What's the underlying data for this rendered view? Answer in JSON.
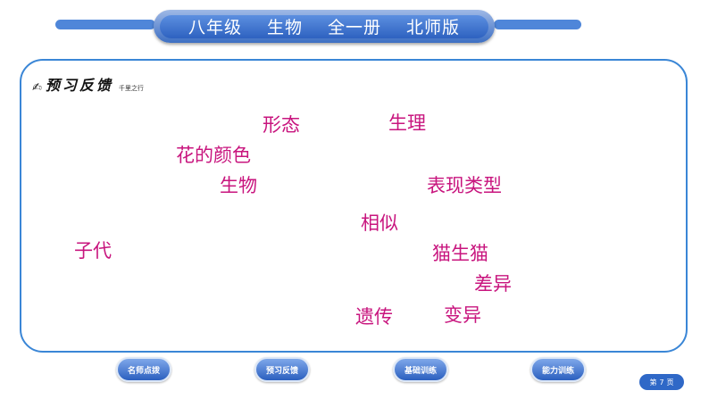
{
  "header": {
    "items": [
      "八年级",
      "生物",
      "全一册",
      "北师版"
    ]
  },
  "section": {
    "title": "预习反馈",
    "subtitle": "千里之行"
  },
  "answers": [
    "形态",
    "生理",
    "花的颜色",
    "生物",
    "表现类型",
    "相似",
    "子代",
    "猫生猫",
    "差异",
    "遗传",
    "变异"
  ],
  "nav": {
    "buttons": [
      "名师点拨",
      "预习反馈",
      "基础训练",
      "能力训练"
    ]
  },
  "page": {
    "prefix": "第",
    "number": "7",
    "suffix": "页"
  },
  "colors": {
    "accent_blue": "#3a86d6",
    "answer_magenta": "#c8157e"
  }
}
